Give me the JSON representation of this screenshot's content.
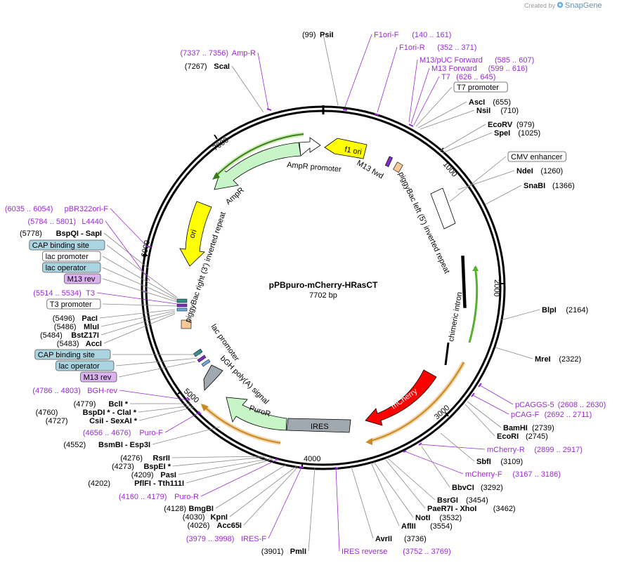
{
  "header": {
    "created_by": "Created by",
    "brand": "SnapGene"
  },
  "map": {
    "name": "pPBpuro-mCherry-HRasCT",
    "length_label": "7702 bp"
  },
  "ticks": [
    "1000",
    "2000",
    "3000",
    "4000",
    "5000",
    "6000",
    "7000"
  ],
  "features": [
    {
      "key": "f1ori",
      "label": "f1 ori",
      "color": "#ffff00"
    },
    {
      "key": "m13fwd",
      "label": "M13 fwd",
      "color": "#7b2fbf"
    },
    {
      "key": "pbac_left",
      "label": "piggyBac left (5') inverted repeat",
      "color": "#ffffff"
    },
    {
      "key": "chimeric",
      "label": "chimeric intron",
      "color": "#ffffff"
    },
    {
      "key": "mcherry",
      "label": "mCherry",
      "color": "#ff0000"
    },
    {
      "key": "ires",
      "label": "IRES",
      "color": "#a0a8b0"
    },
    {
      "key": "puror",
      "label": "PuroR",
      "color": "#c8f5c8"
    },
    {
      "key": "bgh",
      "label": "bGH poly(A) signal",
      "color": "#a0a8b0"
    },
    {
      "key": "lacprom",
      "label": "lac promoter",
      "color": "#ffffff"
    },
    {
      "key": "pbac_right",
      "label": "piggyBac right (3') inverted repeat",
      "color": "#ffffff"
    },
    {
      "key": "ori",
      "label": "ori",
      "color": "#ffff00"
    },
    {
      "key": "ampr",
      "label": "AmpR",
      "color": "#c8f5c8"
    },
    {
      "key": "ampr_prom",
      "label": "AmpR promoter",
      "color": "#ffffff"
    }
  ],
  "labels": [
    {
      "k": "psi",
      "pos": "(99)",
      "name": "PsiI",
      "kind": "site"
    },
    {
      "k": "f1orif",
      "name": "F1ori-F",
      "pos": "(140 .. 161)",
      "kind": "primer"
    },
    {
      "k": "f1orir",
      "name": "F1ori-R",
      "pos": "(352 .. 371)",
      "kind": "primer"
    },
    {
      "k": "m13puc",
      "name": "M13/pUC Forward",
      "pos": "(585 .. 607)",
      "kind": "primer"
    },
    {
      "k": "m13f",
      "name": "M13 Forward",
      "pos": "(599 .. 616)",
      "kind": "primer"
    },
    {
      "k": "t7",
      "name": "T7",
      "pos": "(626 .. 645)",
      "kind": "primer"
    },
    {
      "k": "t7prom",
      "name": "T7 promoter",
      "kind": "box"
    },
    {
      "k": "asci",
      "name": "AscI",
      "pos": "(655)",
      "kind": "site"
    },
    {
      "k": "nsii",
      "name": "NsiI",
      "pos": "(710)",
      "kind": "site"
    },
    {
      "k": "ecorv",
      "name": "EcoRV",
      "pos": "(979)",
      "kind": "site"
    },
    {
      "k": "spei",
      "name": "SpeI",
      "pos": "(1025)",
      "kind": "site"
    },
    {
      "k": "cmv",
      "name": "CMV enhancer",
      "kind": "box"
    },
    {
      "k": "ndei",
      "name": "NdeI",
      "pos": "(1260)",
      "kind": "site"
    },
    {
      "k": "snabi",
      "name": "SnaBI",
      "pos": "(1366)",
      "kind": "site"
    },
    {
      "k": "blpi",
      "name": "BlpI",
      "pos": "(2164)",
      "kind": "site"
    },
    {
      "k": "msci",
      "name": "MreI",
      "pos": "(2322)",
      "kind": "site"
    },
    {
      "k": "pcaggs",
      "name": "pCAGGS-5",
      "pos": "(2608 .. 2630)",
      "kind": "primer"
    },
    {
      "k": "pcagf",
      "name": "pCAG-F",
      "pos": "(2692 .. 2711)",
      "kind": "primer"
    },
    {
      "k": "bamhi",
      "name": "BamHI",
      "pos": "(2739)",
      "kind": "site"
    },
    {
      "k": "ecori",
      "name": "EcoRI",
      "pos": "(2745)",
      "kind": "site"
    },
    {
      "k": "mcherryr",
      "name": "mCherry-R",
      "pos": "(2899 .. 2917)",
      "kind": "primer"
    },
    {
      "k": "sbfi",
      "name": "SbfI",
      "pos": "(3109)",
      "kind": "site"
    },
    {
      "k": "mcherryf",
      "name": "mCherry-F",
      "pos": "(3167 .. 3186)",
      "kind": "primer"
    },
    {
      "k": "bbvci",
      "name": "BbvCI",
      "pos": "(3292)",
      "kind": "site"
    },
    {
      "k": "bsrgi",
      "name": "BsrGI",
      "pos": "(3454)",
      "kind": "site"
    },
    {
      "k": "paer7i",
      "name": "PaeR7I - XhoI",
      "pos": "(3462)",
      "kind": "site"
    },
    {
      "k": "noti",
      "name": "NotI",
      "pos": "(3532)",
      "kind": "site"
    },
    {
      "k": "aflii",
      "name": "AflII",
      "pos": "(3554)",
      "kind": "site"
    },
    {
      "k": "avrii",
      "name": "AvrII",
      "pos": "(3736)",
      "kind": "site"
    },
    {
      "k": "iresrev",
      "name": "IRES reverse",
      "pos": "(3752 .. 3769)",
      "kind": "primer"
    },
    {
      "k": "pmli",
      "name": "PmlI",
      "pos": "(3901)",
      "kind": "site"
    },
    {
      "k": "iresf",
      "name": "IRES-F",
      "pos": "(3979 .. 3998)",
      "kind": "primer"
    },
    {
      "k": "acc65i",
      "name": "Acc65I",
      "pos": "(4026)",
      "kind": "site"
    },
    {
      "k": "kpni",
      "name": "KpnI",
      "pos": "(4030)",
      "kind": "site"
    },
    {
      "k": "bmgbi",
      "name": "BmgBI",
      "pos": "(4128)",
      "kind": "site"
    },
    {
      "k": "puror_p",
      "name": "Puro-R",
      "pos": "(4160 .. 4179)",
      "kind": "primer"
    },
    {
      "k": "pflfi",
      "name": "PflFI - Tth111I",
      "pos": "(4202)",
      "kind": "site"
    },
    {
      "k": "pasi",
      "name": "PasI",
      "pos": "(4209)",
      "kind": "site"
    },
    {
      "k": "bspei",
      "name": "BspEI *",
      "pos": "(4273)",
      "kind": "site"
    },
    {
      "k": "rsrii",
      "name": "RsrII",
      "pos": "(4276)",
      "kind": "site"
    },
    {
      "k": "bsmbi",
      "name": "BsmBI - Esp3I",
      "pos": "(4552)",
      "kind": "site"
    },
    {
      "k": "purof",
      "name": "Puro-F",
      "pos": "(4656 .. 4676)",
      "kind": "primer"
    },
    {
      "k": "csii",
      "name": "CsiI - SexAI *",
      "pos": "(4727)",
      "kind": "site"
    },
    {
      "k": "bspdi",
      "name": "BspDI * - ClaI *",
      "pos": "(4760)",
      "kind": "site"
    },
    {
      "k": "bcli",
      "name": "BclI *",
      "pos": "(4779)",
      "kind": "site"
    },
    {
      "k": "bghrev",
      "name": "BGH-rev",
      "pos": "(4786 .. 4803)",
      "kind": "primer"
    },
    {
      "k": "m13rev2",
      "name": "M13 rev",
      "kind": "boxpurple"
    },
    {
      "k": "lacop2",
      "name": "lac operator",
      "kind": "boxblue"
    },
    {
      "k": "cap2",
      "name": "CAP binding site",
      "kind": "boxblue"
    },
    {
      "k": "acci",
      "name": "AccI",
      "pos": "(5483)",
      "kind": "site"
    },
    {
      "k": "bstz17i",
      "name": "BstZ17I",
      "pos": "(5484)",
      "kind": "site"
    },
    {
      "k": "mlui",
      "name": "MluI",
      "pos": "(5486)",
      "kind": "site"
    },
    {
      "k": "paci",
      "name": "PacI",
      "pos": "(5496)",
      "kind": "site"
    },
    {
      "k": "t3prom",
      "name": "T3 promoter",
      "kind": "box"
    },
    {
      "k": "t3",
      "name": "T3",
      "pos": "(5514 .. 5534)",
      "kind": "primer"
    },
    {
      "k": "m13rev1",
      "name": "M13 rev",
      "kind": "boxpurple"
    },
    {
      "k": "lacop1",
      "name": "lac operator",
      "kind": "boxblue"
    },
    {
      "k": "lacprom1",
      "name": "lac promoter",
      "kind": "box"
    },
    {
      "k": "cap1",
      "name": "CAP binding site",
      "kind": "boxblue"
    },
    {
      "k": "bspqi",
      "name": "BspQI - SapI",
      "pos": "(5778)",
      "kind": "site"
    },
    {
      "k": "l4440",
      "name": "L4440",
      "pos": "(5784 .. 5801)",
      "kind": "primer"
    },
    {
      "k": "pbr322",
      "name": "pBR322ori-F",
      "pos": "(6035 .. 6054)",
      "kind": "primer"
    },
    {
      "k": "scai",
      "name": "ScaI",
      "pos": "(7267)",
      "kind": "site"
    },
    {
      "k": "ampr_p",
      "name": "Amp-R",
      "pos": "(7337 .. 7356)",
      "kind": "primer"
    }
  ]
}
